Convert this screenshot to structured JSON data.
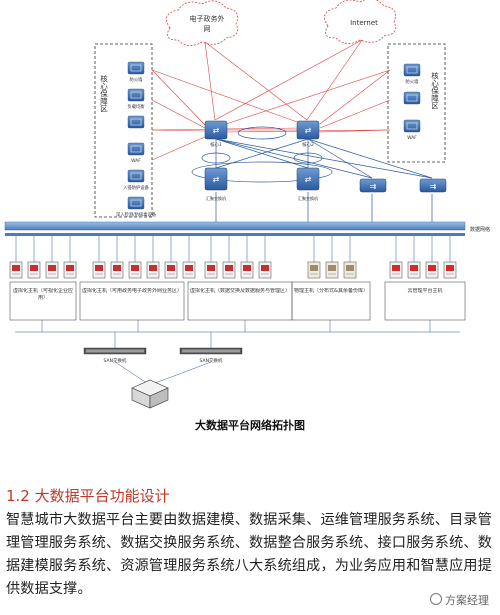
{
  "clouds": {
    "egov": {
      "line1": "电子政务外",
      "line2": "网"
    },
    "internet": "Internet"
  },
  "zones": {
    "left_title": "核心保障区",
    "right_title": "核心保障区"
  },
  "left_zone_devices": [
    "防火墙",
    "负载均衡",
    "",
    "WAF",
    "入侵防护设备",
    "深入检测/防病毒设备"
  ],
  "right_zone_devices": [
    "防火墙",
    "",
    "WAF"
  ],
  "core_switches": [
    "核心1",
    "核心2"
  ],
  "access_switches": [
    "汇聚交换机",
    "汇聚交换机",
    "",
    ""
  ],
  "bus_label": "数据网络",
  "host_groups": [
    "虚拟化主机（可视化企业应用）",
    "虚拟化主机（可用政务电子政务外网业务区）",
    "虚拟化主机（数据交换及数据服务与管理区）",
    "物理主机（分布式&其余备份库）",
    "云管理平台主机"
  ],
  "storage_switches": [
    "SAN交换机",
    "SAN交换机"
  ],
  "caption": "大数据平台网络拓扑图",
  "section": {
    "heading": "1.2 大数据平台功能设计",
    "paragraph": "智慧城市大数据平台主要由数据建模、数据采集、运维管理服务系统、目录管理管理服务系统、数据交换服务系统、数据整合服务系统、接口服务系统、数据建模服务系统、资源管理服务系统八大系统组成，为业务应用和智慧应用提供数据支撑。"
  },
  "watermark": "方案经理",
  "colors": {
    "accent_red": "#c0392b",
    "link_red": "#e04040",
    "link_blue": "#2c5aa0",
    "device_blue": "#3a6aa8"
  }
}
